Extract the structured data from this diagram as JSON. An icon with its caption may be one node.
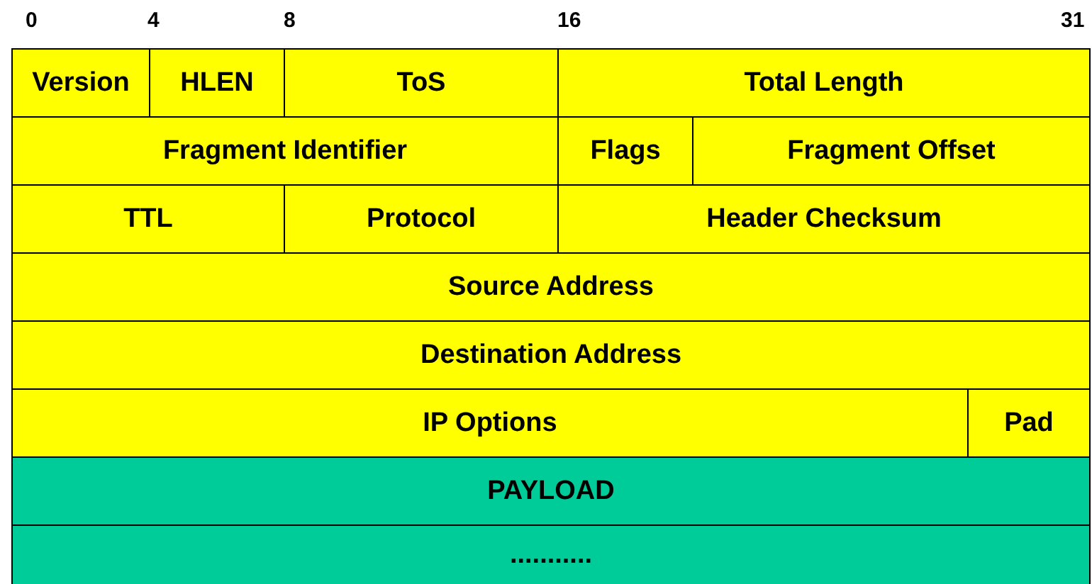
{
  "diagram": {
    "nodes": [
      {
        "text": [
          "Version"
        ]
      },
      {
        "text": [
          "HLEN"
        ]
      },
      {
        "text": [
          "ToS"
        ]
      },
      {
        "text": [
          "Total Length"
        ]
      },
      {
        "text": [
          "Fragment Identifier"
        ]
      },
      {
        "text": [
          "Flags"
        ]
      },
      {
        "text": [
          "Fragment Offset"
        ]
      },
      {
        "text": [
          "TTL"
        ]
      },
      {
        "text": [
          "Protocol"
        ]
      },
      {
        "text": [
          "Header Checksum"
        ]
      },
      {
        "text": [
          "Source Address"
        ]
      },
      {
        "text": [
          "Destination Address"
        ]
      },
      {
        "text": [
          "IP Options"
        ]
      },
      {
        "text": [
          "Pad"
        ]
      },
      {
        "text": [
          "PAYLOAD"
        ]
      },
      {
        "text": [
          "..........."
        ]
      }
    ],
    "labels": [
      "0",
      "4",
      "8",
      "16",
      "31"
    ]
  }
}
